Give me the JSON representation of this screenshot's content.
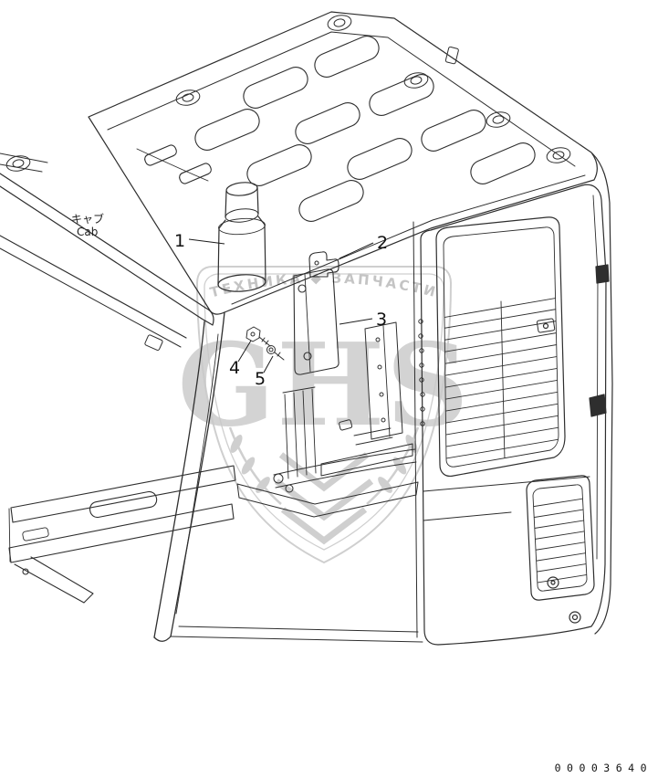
{
  "labels": {
    "cab_jp": "キャブ",
    "cab_en": "Cab"
  },
  "callouts": [
    "1",
    "2",
    "3",
    "4",
    "5"
  ],
  "watermark": {
    "arc_text": "ТЕХНИКА ◆ ЗАПЧАСТИ",
    "monogram": "GHS"
  },
  "footer": {
    "doc_number": "00003640"
  },
  "colors": {
    "line": "#2e2e2e",
    "watermark": "#c9c9c9",
    "background": "#ffffff"
  }
}
